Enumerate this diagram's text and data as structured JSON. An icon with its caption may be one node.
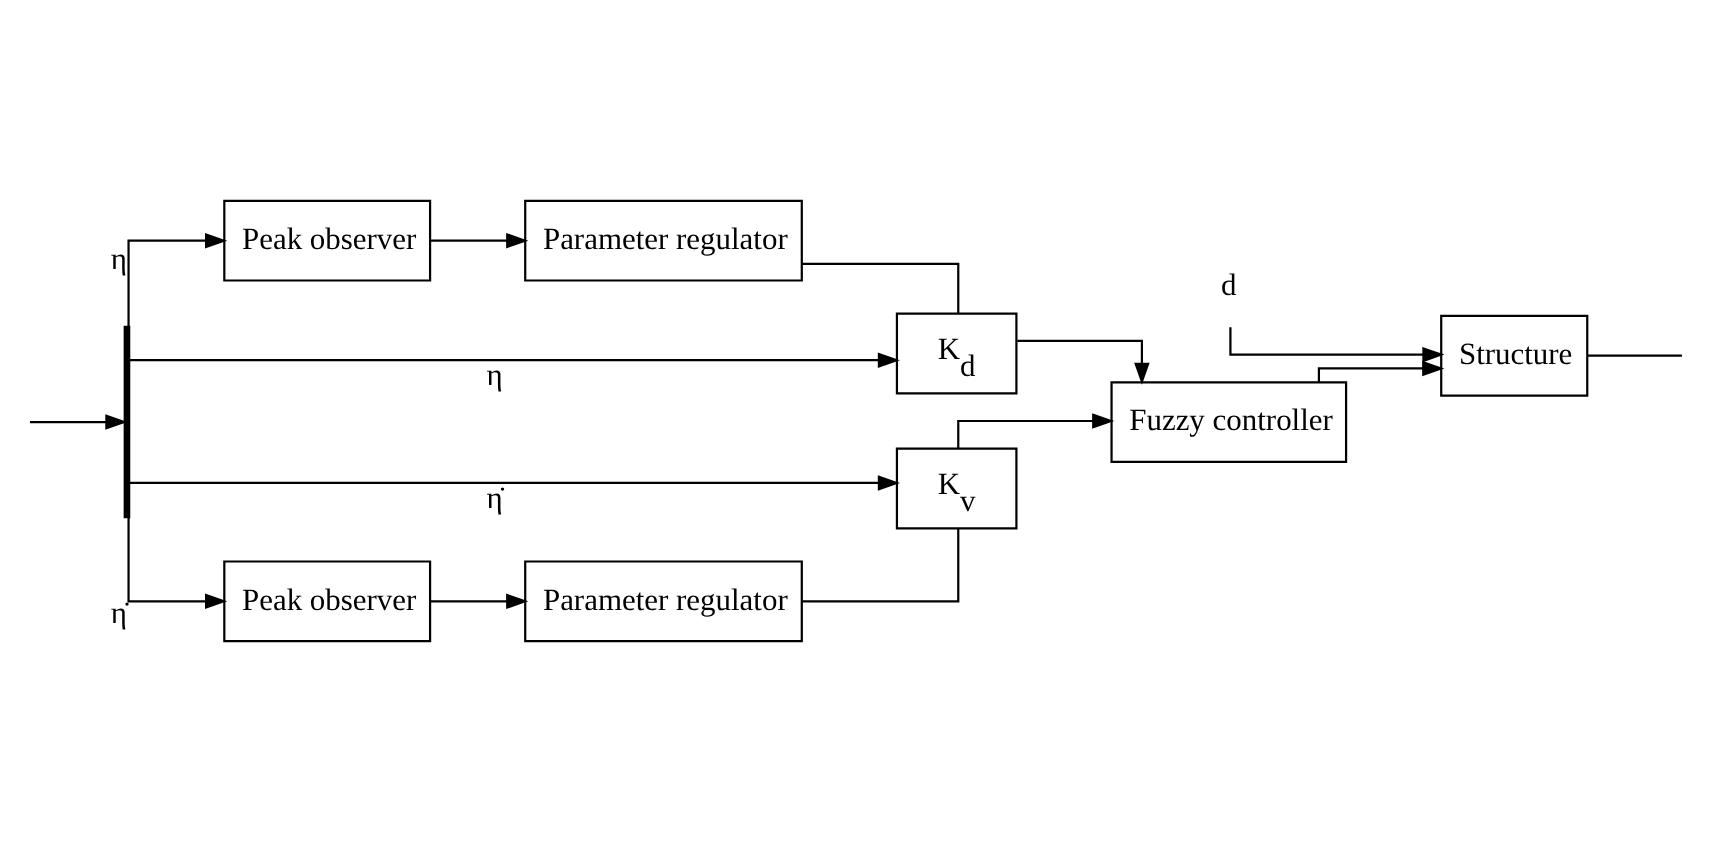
{
  "diagram": {
    "nodes": [
      {
        "text": [
          "Peak observer"
        ]
      },
      {
        "text": [
          "Parameter regulator"
        ]
      },
      {
        "text": [
          "d"
        ]
      },
      {
        "text": [
          "K$_{d}$"
        ]
      },
      {
        "text": [
          "Fuzzy controller"
        ]
      },
      {
        "text": [
          "Structure"
        ]
      },
      {
        "text": [],
        "shape": "bar"
      },
      {
        "text": [
          "K$_{v}$"
        ]
      },
      {
        "text": [
          "Peak observer"
        ]
      },
      {
        "text": [
          "Parameter regulator"
        ]
      }
    ],
    "edges": [
      {
        "from": null,
        "to": 6,
        "arrow": "to"
      },
      {
        "from": 6,
        "to": 0,
        "arrow": "to",
        "label": "η"
      },
      {
        "from": 6,
        "to": 3,
        "arrow": "to",
        "label": "η"
      },
      {
        "from": 6,
        "to": 7,
        "arrow": "to",
        "label": "η̇"
      },
      {
        "from": 6,
        "to": 8,
        "arrow": "to",
        "label": "η̇"
      },
      {
        "from": 0,
        "to": 1,
        "arrow": "to"
      },
      {
        "from": 8,
        "to": 9,
        "arrow": "to"
      },
      {
        "from": 1,
        "to": 3,
        "arrow": "none"
      },
      {
        "from": 9,
        "to": 7,
        "arrow": "none"
      },
      {
        "from": 3,
        "to": 4,
        "arrow": "to"
      },
      {
        "from": 7,
        "to": 4,
        "arrow": "to"
      },
      {
        "from": 4,
        "to": 5,
        "arrow": "to"
      },
      {
        "from": 2,
        "to": 5,
        "arrow": "to"
      },
      {
        "from": 5,
        "to": null,
        "arrow": "none"
      }
    ]
  }
}
